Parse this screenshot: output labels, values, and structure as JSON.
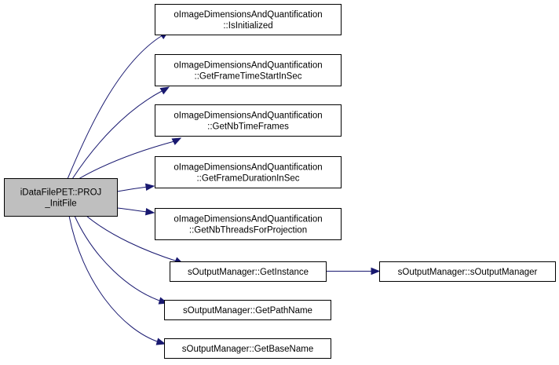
{
  "colors": {
    "root_fill": "#bfbfbf",
    "node_fill": "#ffffff",
    "border": "#000000",
    "edge": "#191970"
  },
  "nodes": [
    {
      "id": "root",
      "lines": [
        "iDataFilePET::PROJ",
        "_InitFile"
      ]
    },
    {
      "id": "n1",
      "lines": [
        "oImageDimensionsAndQuantification",
        "::IsInitialized"
      ]
    },
    {
      "id": "n2",
      "lines": [
        "oImageDimensionsAndQuantification",
        "::GetFrameTimeStartInSec"
      ]
    },
    {
      "id": "n3",
      "lines": [
        "oImageDimensionsAndQuantification",
        "::GetNbTimeFrames"
      ]
    },
    {
      "id": "n4",
      "lines": [
        "oImageDimensionsAndQuantification",
        "::GetFrameDurationInSec"
      ]
    },
    {
      "id": "n5",
      "lines": [
        "oImageDimensionsAndQuantification",
        "::GetNbThreadsForProjection"
      ]
    },
    {
      "id": "n6",
      "lines": [
        "sOutputManager::GetInstance"
      ]
    },
    {
      "id": "n7",
      "lines": [
        "sOutputManager::sOutputManager"
      ]
    },
    {
      "id": "n8",
      "lines": [
        "sOutputManager::GetPathName"
      ]
    },
    {
      "id": "n9",
      "lines": [
        "sOutputManager::GetBaseName"
      ]
    }
  ],
  "edges": [
    {
      "from": "root",
      "to": "n1"
    },
    {
      "from": "root",
      "to": "n2"
    },
    {
      "from": "root",
      "to": "n3"
    },
    {
      "from": "root",
      "to": "n4"
    },
    {
      "from": "root",
      "to": "n5"
    },
    {
      "from": "root",
      "to": "n6"
    },
    {
      "from": "root",
      "to": "n8"
    },
    {
      "from": "root",
      "to": "n9"
    },
    {
      "from": "n6",
      "to": "n7"
    }
  ]
}
